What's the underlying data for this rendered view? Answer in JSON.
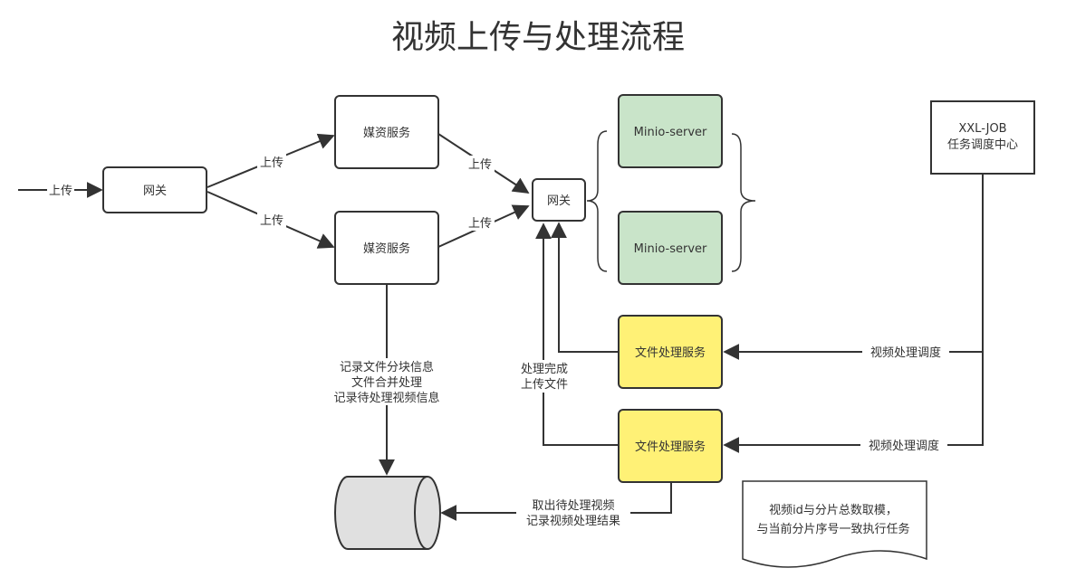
{
  "title": "视频上传与处理流程",
  "colors": {
    "stroke": "#333333",
    "minio_fill": "#c9e4c9",
    "file_service_fill": "#fff176",
    "db_fill": "#e0e0e0",
    "box_fill": "#ffffff"
  },
  "nodes": {
    "gateway_left": "网关",
    "media_service_top": "媒资服务",
    "media_service_bottom": "媒资服务",
    "gateway_right": "网关",
    "minio_top": "Minio-server",
    "minio_bottom": "Minio-server",
    "xxl_job_line1": "XXL-JOB",
    "xxl_job_line2": "任务调度中心",
    "file_service_top": "文件处理服务",
    "file_service_bottom": "文件处理服务",
    "note_line1": "视频id与分片总数取模，",
    "note_line2": "与当前分片序号一致执行任务"
  },
  "edges": {
    "upload_in": "上传",
    "upload_to_media_top": "上传",
    "upload_to_media_bottom": "上传",
    "media_top_to_gateway": "上传",
    "media_bottom_to_gateway": "上传",
    "media_to_db_line1": "记录文件分块信息",
    "media_to_db_line2": "文件合并处理",
    "media_to_db_line3": "记录待处理视频信息",
    "processed_line1": "处理完成",
    "processed_line2": "上传文件",
    "schedule_top": "视频处理调度",
    "schedule_bottom": "视频处理调度",
    "db_fetch_line1": "取出待处理视频",
    "db_fetch_line2": "记录视频处理结果"
  }
}
